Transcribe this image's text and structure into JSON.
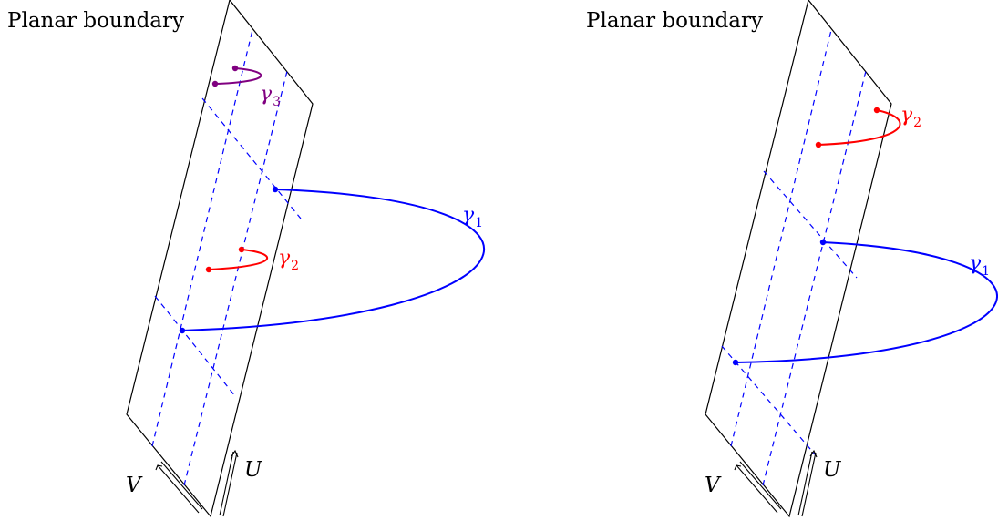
{
  "panels": [
    {
      "title": "Planar boundary",
      "labels": {
        "gamma1": "γ",
        "gamma1_sub": "1",
        "gamma2": "γ",
        "gamma2_sub": "2",
        "gamma3": "γ",
        "gamma3_sub": "3",
        "V": "V",
        "U": "U"
      }
    },
    {
      "title": "Planar boundary",
      "labels": {
        "gamma1": "γ",
        "gamma1_sub": "1",
        "gamma2": "γ",
        "gamma2_sub": "2",
        "V": "V",
        "U": "U"
      }
    }
  ],
  "colors": {
    "outline": "#000000",
    "grid": "#0000ff",
    "gamma1": "#0000ff",
    "gamma2": "#ff0000",
    "gamma3": "#800080"
  }
}
